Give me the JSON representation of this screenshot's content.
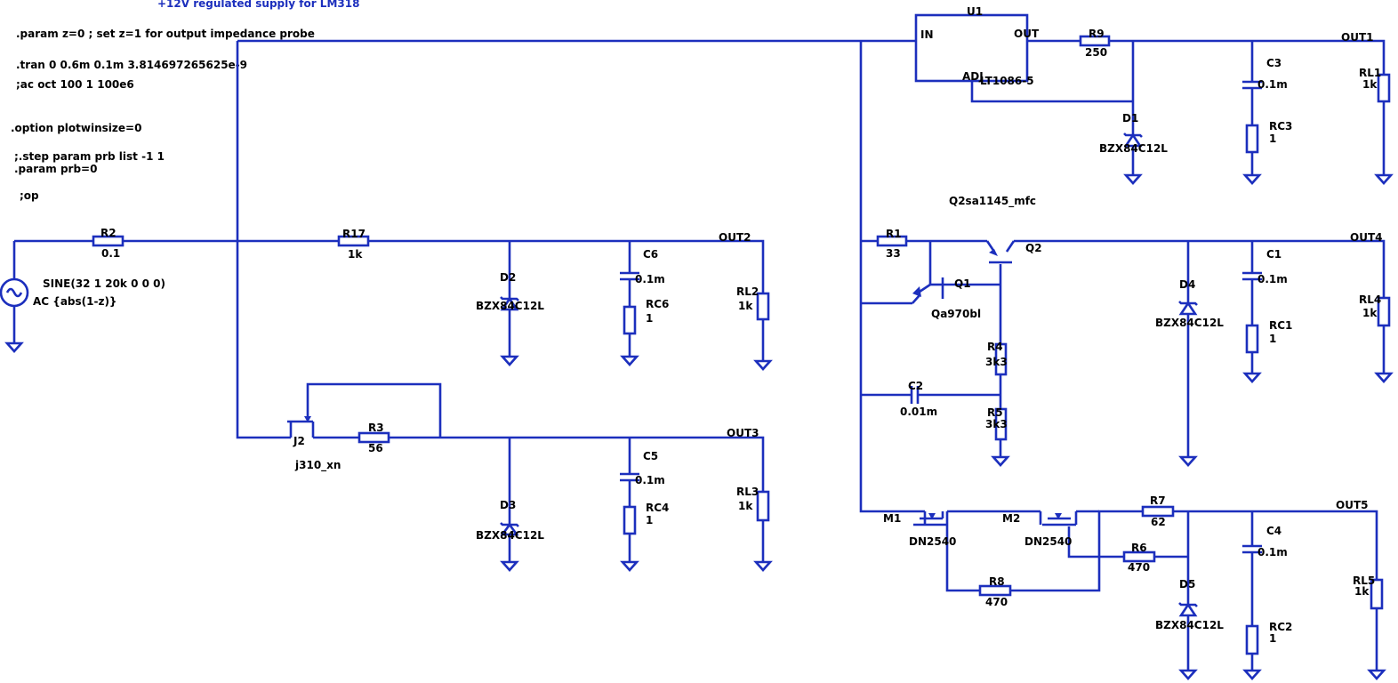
{
  "directives": {
    "title": "+12V regulated supply for LM318",
    "param_z": ".param z=0 ; set z=1 for output impedance probe",
    "tran": ".tran 0 0.6m 0.1m 3.814697265625e-9",
    "ac": ";ac oct 100 1 100e6",
    "option": ".option plotwinsize=0",
    "step": ";.step param prb list -1 1",
    "param_prb": ".param prb=0",
    "op": ";op"
  },
  "source": {
    "value": "SINE(32 1 20k 0 0 0)",
    "ac": "AC {abs(1-z)}"
  },
  "regulator": {
    "name": "U1",
    "pin_in": "IN",
    "pin_out": "OUT",
    "pin_adj": "ADJ",
    "part": "LT1086-5"
  },
  "nets": {
    "out1": "OUT1",
    "out2": "OUT2",
    "out3": "OUT3",
    "out4": "OUT4",
    "out5": "OUT5"
  },
  "resistors": {
    "r2": {
      "name": "R2",
      "value": "0.1"
    },
    "r17": {
      "name": "R17",
      "value": "1k"
    },
    "r3": {
      "name": "R3",
      "value": "56"
    },
    "r9": {
      "name": "R9",
      "value": "250"
    },
    "r1": {
      "name": "R1",
      "value": "33"
    },
    "r4": {
      "name": "R4",
      "value": "3k3"
    },
    "r5": {
      "name": "R5",
      "value": "3k3"
    },
    "r7": {
      "name": "R7",
      "value": "62"
    },
    "r6": {
      "name": "R6",
      "value": "470"
    },
    "r8": {
      "name": "R8",
      "value": "470"
    },
    "rc6": {
      "name": "RC6",
      "value": "1"
    },
    "rc4": {
      "name": "RC4",
      "value": "1"
    },
    "rc3": {
      "name": "RC3",
      "value": "1"
    },
    "rc1": {
      "name": "RC1",
      "value": "1"
    },
    "rc2": {
      "name": "RC2",
      "value": "1"
    },
    "rl1": {
      "name": "RL1",
      "value": "1k"
    },
    "rl2": {
      "name": "RL2",
      "value": "1k"
    },
    "rl3": {
      "name": "RL3",
      "value": "1k"
    },
    "rl4": {
      "name": "RL4",
      "value": "1k"
    },
    "rl5": {
      "name": "RL5",
      "value": "1k"
    }
  },
  "capacitors": {
    "c6": {
      "name": "C6",
      "value": "0.1m"
    },
    "c5": {
      "name": "C5",
      "value": "0.1m"
    },
    "c3": {
      "name": "C3",
      "value": "0.1m"
    },
    "c1": {
      "name": "C1",
      "value": "0.1m"
    },
    "c4": {
      "name": "C4",
      "value": "0.1m"
    },
    "c2": {
      "name": "C2",
      "value": "0.01m"
    }
  },
  "diodes": {
    "d1": {
      "name": "D1",
      "value": "BZX84C12L"
    },
    "d2": {
      "name": "D2",
      "value": "BZX84C12L"
    },
    "d3": {
      "name": "D3",
      "value": "BZX84C12L"
    },
    "d4": {
      "name": "D4",
      "value": "BZX84C12L"
    },
    "d5": {
      "name": "D5",
      "value": "BZX84C12L"
    }
  },
  "transistors": {
    "q1": {
      "name": "Q1",
      "value": "Qa970bl"
    },
    "q2": {
      "name": "Q2",
      "value": "Q2sa1145_mfc"
    },
    "j2": {
      "name": "J2",
      "value": "j310_xn"
    },
    "m1": {
      "name": "M1",
      "value": "DN2540"
    },
    "m2": {
      "name": "M2",
      "value": "DN2540"
    }
  },
  "colors": {
    "wire": "#1c2fbd",
    "text": "#000000",
    "title": "#1c2fbd",
    "background": "#ffffff"
  }
}
